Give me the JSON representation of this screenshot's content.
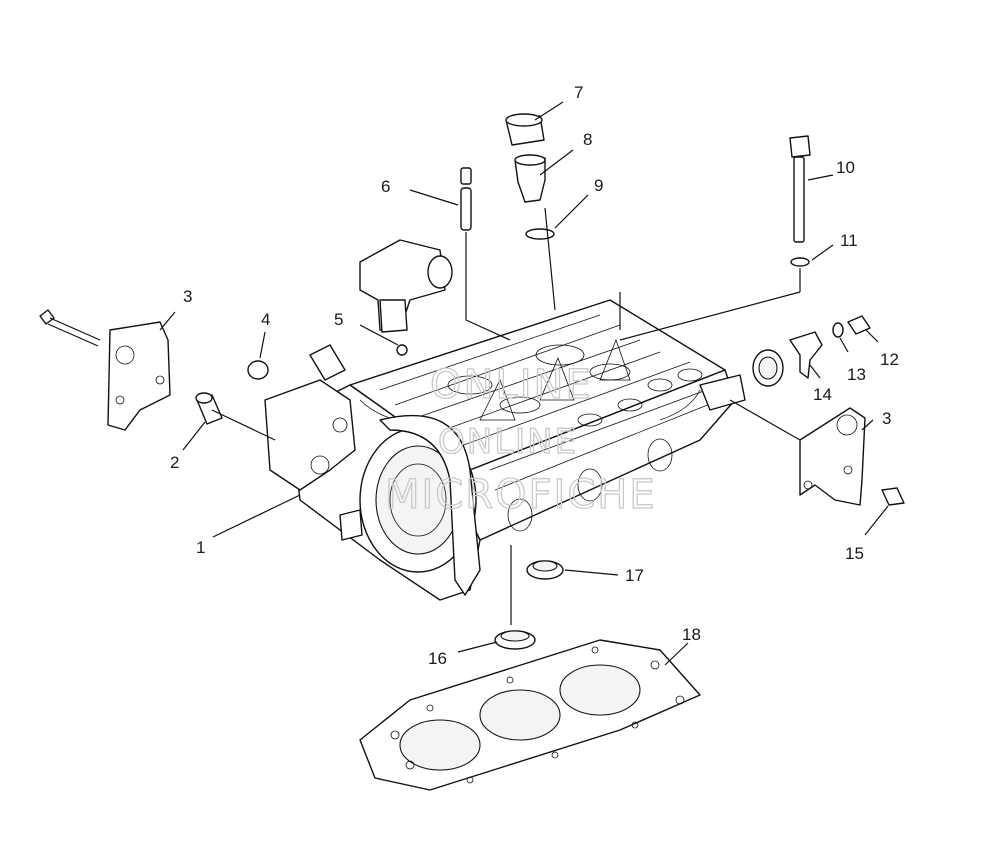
{
  "callouts": [
    "1",
    "2",
    "3",
    "3",
    "4",
    "5",
    "6",
    "7",
    "8",
    "9",
    "10",
    "11",
    "12",
    "13",
    "14",
    "15",
    "16",
    "17",
    "18"
  ],
  "watermark": [
    "ONLINE",
    "MICROFICHE"
  ]
}
